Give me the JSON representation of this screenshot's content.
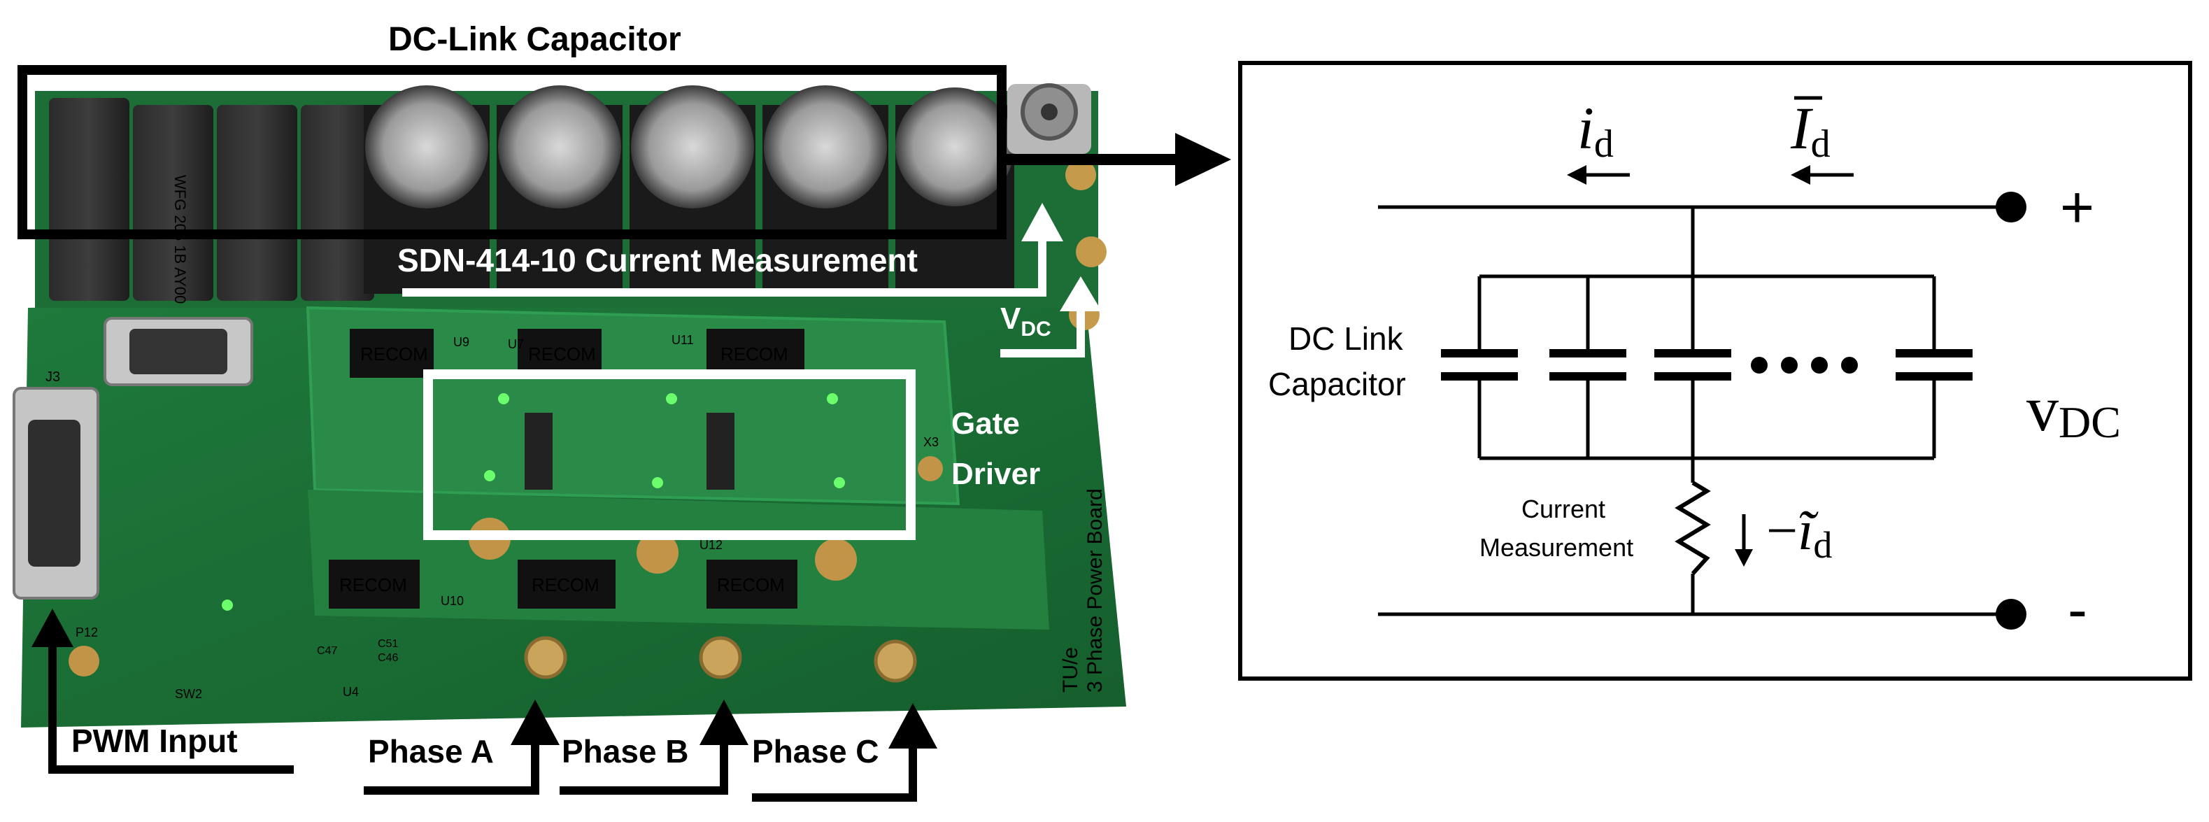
{
  "photo": {
    "dc_link_label": "DC-Link Capacitor",
    "current_measurement_label": "SDN-414-10 Current Measurement",
    "vdc_main": "V",
    "vdc_sub": "DC",
    "gate_driver_line1": "Gate",
    "gate_driver_line2": "Driver",
    "pwm_label": "PWM Input",
    "phase_a": "Phase A",
    "phase_b": "Phase B",
    "phase_c": "Phase C",
    "board_text_line1": "TU/e",
    "board_text_line2": "3 Phase Power Board",
    "recom_label": "RECOM",
    "cap_film_label": "WFG 205 1B AY00",
    "connector_j3": "J3",
    "connector_p12": "P12",
    "connector_x3": "X3",
    "connector_sw2": "SW2",
    "connector_u4": "U4",
    "connector_u9": "U9",
    "connector_u7": "U7",
    "connector_u10": "U10",
    "connector_u11": "U11",
    "connector_u12": "U12",
    "capacitor_refs": [
      "C47",
      "C51",
      "C46"
    ]
  },
  "schematic": {
    "i_d_main": "i",
    "i_d_sub": "d",
    "I_d_bar_main": "I",
    "I_d_bar_sub": "d",
    "plus": "+",
    "minus": "-",
    "dc_link_line1": "DC Link",
    "dc_link_line2": "Capacitor",
    "vdc_main": "v",
    "vdc_sub": "DC",
    "current_meas_line1": "Current",
    "current_meas_line2": "Measurement",
    "id_tilde_prefix": "−",
    "id_tilde_main": "ĩ",
    "id_tilde_sub": "d"
  }
}
